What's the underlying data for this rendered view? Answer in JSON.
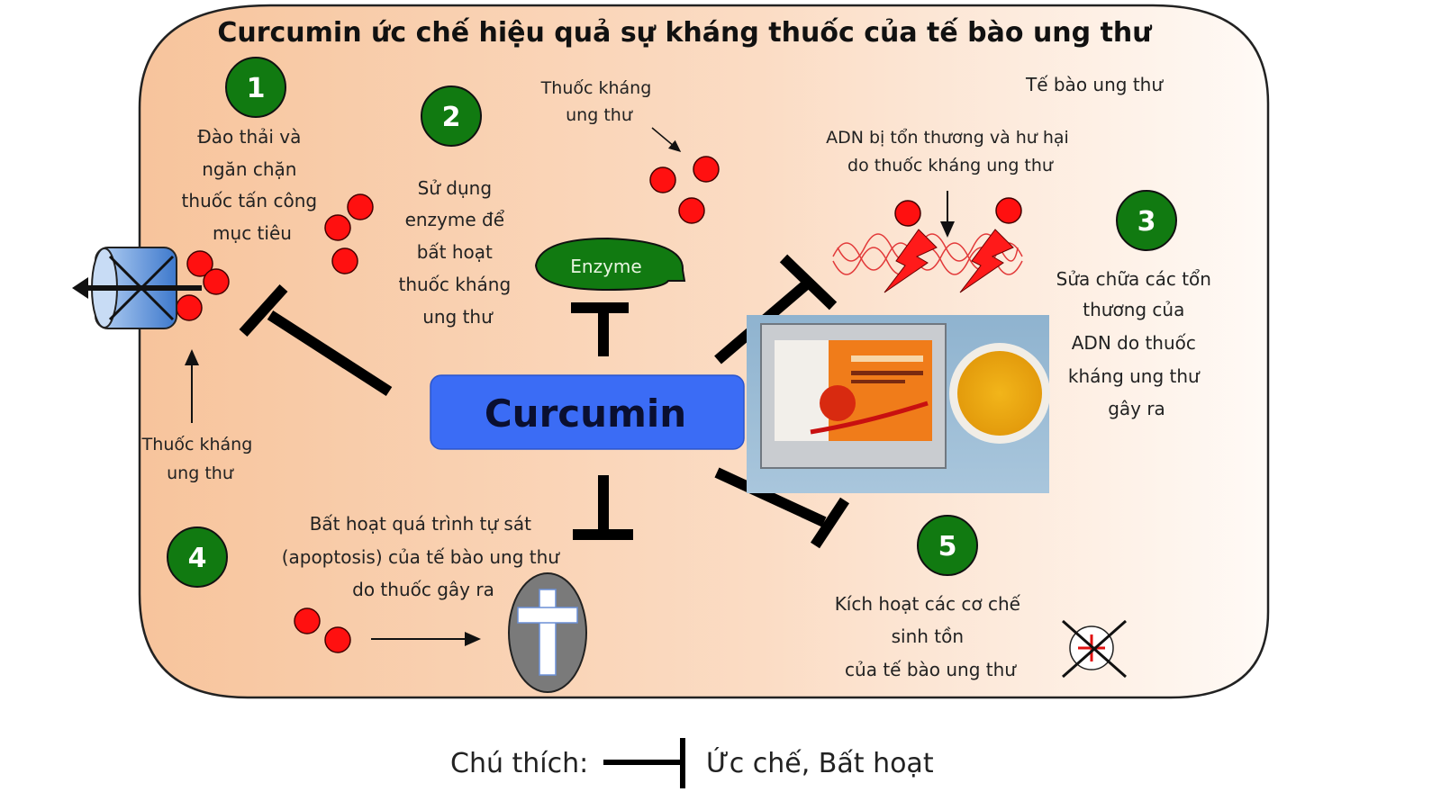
{
  "title": "Curcumin ức chế hiệu quả sự kháng thuốc của tế bào ung thư",
  "cell_label": "Tế bào ung thư",
  "center": {
    "label": "Curcumin",
    "color": "#3b6cf5"
  },
  "colors": {
    "cell_fill_left": "#f7c49c",
    "cell_fill_right": "#fffaf6",
    "step_badge": "#117a11",
    "drug": "#ff1010",
    "enzyme": "#117a11",
    "inhibitor_line": "#000000"
  },
  "steps": [
    {
      "number": "1",
      "lines": [
        "Đào thải và",
        "ngăn chặn",
        "thuốc tấn công",
        "mục tiêu"
      ]
    },
    {
      "number": "2",
      "lines": [
        "Sử dụng",
        "enzyme để",
        "bất hoạt",
        "thuốc kháng",
        "ung thư"
      ]
    },
    {
      "number": "3",
      "lines": [
        "Sửa chữa các tổn",
        "thương  của",
        "ADN  do thuốc",
        "kháng ung thư",
        "gây ra"
      ]
    },
    {
      "number": "4",
      "lines": [
        "Bất hoạt quá trình tự sát",
        "(apoptosis) của tế bào ung thư",
        "do thuốc gây ra"
      ]
    },
    {
      "number": "5",
      "lines": [
        "Kích hoạt các cơ chế",
        "sinh tồn",
        "của  tế bào ung thư"
      ]
    }
  ],
  "annotations": {
    "drug_top": [
      "Thuốc kháng",
      "ung thư"
    ],
    "drug_left": [
      "Thuốc kháng",
      "ung thư"
    ],
    "dna_damage": [
      "ADN bị tổn thương và hư hại",
      "do thuốc kháng ung thư"
    ],
    "enzyme_label": "Enzyme"
  },
  "icons": {
    "efflux_pump": "efflux-pump-icon",
    "dna": "dna-helix-icon",
    "lightning": "lightning-icon",
    "tombstone": "cell-death-cross-icon",
    "survival": "crossed-survival-icon",
    "photo": "curcumin-product-photo"
  },
  "legend": {
    "prefix": "Chú thích:",
    "meaning": "Ức chế, Bất hoạt"
  }
}
